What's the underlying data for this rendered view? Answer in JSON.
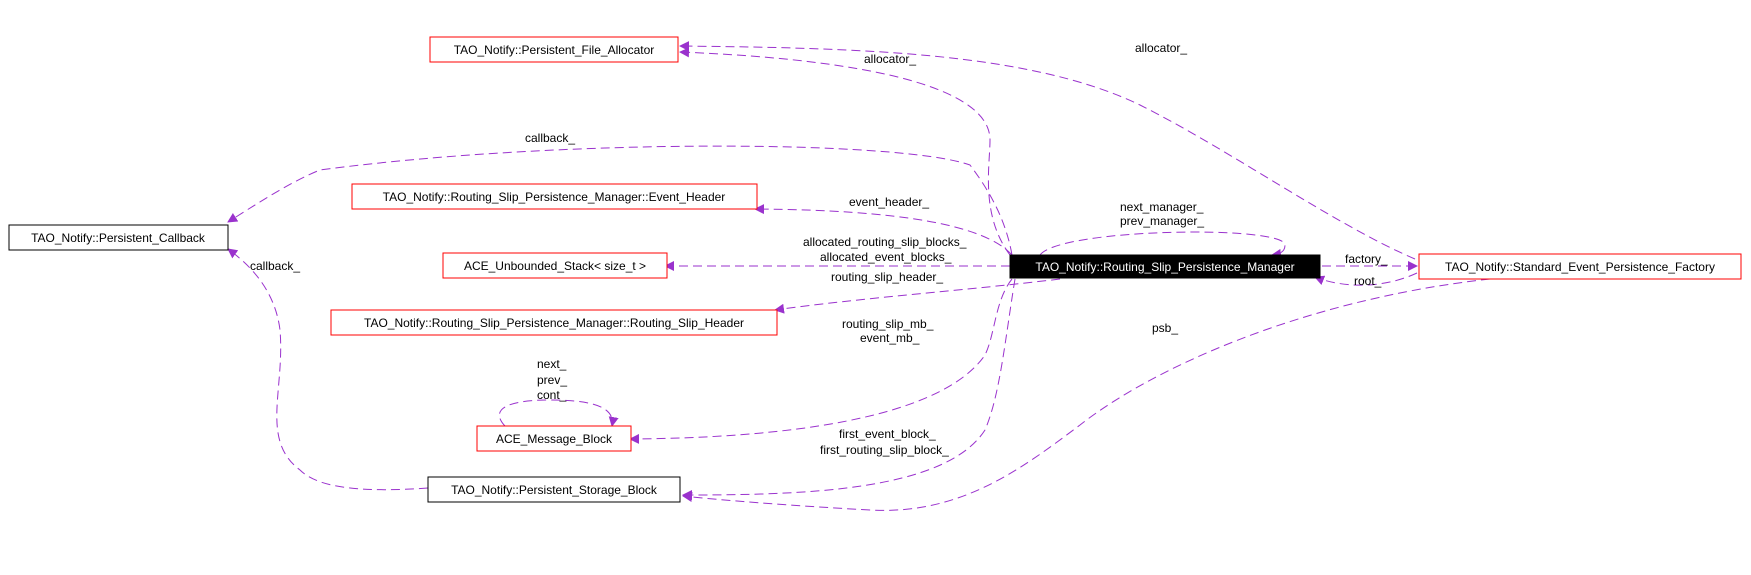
{
  "colors": {
    "edge": "#9a32cd",
    "undocumented_border": "#ff0000",
    "documented_border": "#000000",
    "focus_fill": "#000000",
    "focus_text": "#ffffff"
  },
  "nodes": {
    "persistent_file_allocator": {
      "label": "TAO_Notify::Persistent_File_Allocator",
      "style": "red"
    },
    "persistent_callback": {
      "label": "TAO_Notify::Persistent_Callback",
      "style": "black"
    },
    "event_header": {
      "label": "TAO_Notify::Routing_Slip_Persistence_Manager::Event_Header",
      "style": "red"
    },
    "unbounded_stack": {
      "label": "ACE_Unbounded_Stack< size_t >",
      "style": "red"
    },
    "routing_slip_header": {
      "label": "TAO_Notify::Routing_Slip_Persistence_Manager::Routing_Slip_Header",
      "style": "red"
    },
    "message_block": {
      "label": "ACE_Message_Block",
      "style": "red"
    },
    "persistent_storage_block": {
      "label": "TAO_Notify::Persistent_Storage_Block",
      "style": "black"
    },
    "routing_slip_persistence_manager": {
      "label": "TAO_Notify::Routing_Slip_Persistence_Manager",
      "style": "focus"
    },
    "standard_event_persistence_factory": {
      "label": "TAO_Notify::Standard_Event_Persistence_Factory",
      "style": "red"
    }
  },
  "edge_labels": {
    "allocator_top": "allocator_",
    "allocator_mid": "allocator_",
    "callback_top": "callback_",
    "callback_left": "callback_",
    "event_header": "event_header_",
    "next_manager": "next_manager_",
    "prev_manager": "prev_manager_",
    "allocated_routing_slip_blocks": "allocated_routing_slip_blocks_",
    "allocated_event_blocks": "allocated_event_blocks_",
    "factory": "factory_",
    "root": "root_",
    "routing_slip_header": "routing_slip_header_",
    "psb": "psb_",
    "routing_slip_mb": "routing_slip_mb_",
    "event_mb": "event_mb_",
    "next": "next_",
    "prev": "prev_",
    "cont": "cont_",
    "first_event_block": "first_event_block_",
    "first_routing_slip_block": "first_routing_slip_block_"
  }
}
